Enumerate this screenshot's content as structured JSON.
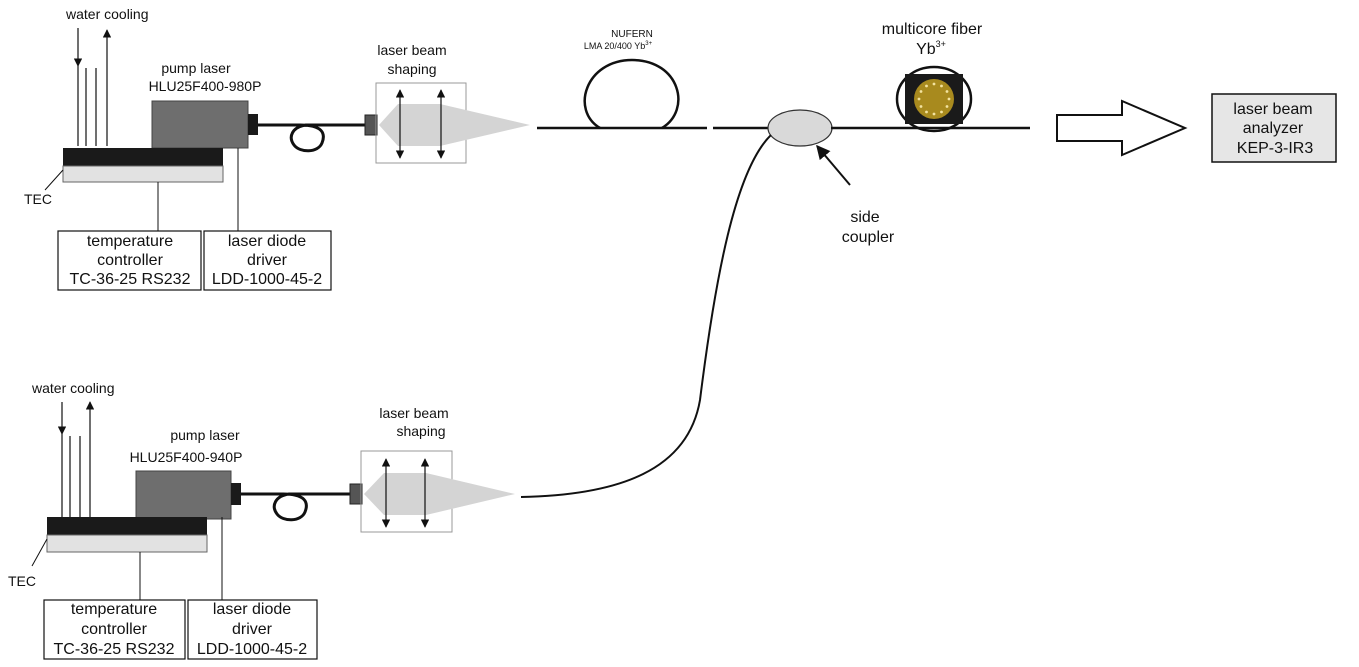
{
  "colors": {
    "line": "#111111",
    "pump_body": "#6e6e6e",
    "tec_top": "#1a1a1a",
    "tec_bottom": "#e2e2e2",
    "beam": "#d4d4d4",
    "coupler": "#d9d9d9",
    "analyzer_fill": "#e6e6e6",
    "fiber_core_bg": "#1a1a1a",
    "fiber_core": "#a88a1e"
  },
  "upper": {
    "water_cooling": "water cooling",
    "pump_laser_title": "pump laser",
    "pump_laser_model": "HLU25F400-980P",
    "beam_shaping_line1": "laser beam",
    "beam_shaping_line2": "shaping",
    "tec": "TEC",
    "temp_ctrl_line1": "temperature",
    "temp_ctrl_line2": "controller",
    "temp_ctrl_line3": "TC-36-25 RS232",
    "driver_line1": "laser diode",
    "driver_line2": "driver",
    "driver_line3": "LDD-1000-45-2"
  },
  "lower": {
    "water_cooling": "water cooling",
    "pump_laser_title": "pump laser",
    "pump_laser_model": "HLU25F400-940P",
    "beam_shaping_line1": "laser beam",
    "beam_shaping_line2": "shaping",
    "tec": "TEC",
    "temp_ctrl_line1": "temperature",
    "temp_ctrl_line2": "controller",
    "temp_ctrl_line3": "TC-36-25 RS232",
    "driver_line1": "laser diode",
    "driver_line2": "driver",
    "driver_line3": "LDD-1000-45-2"
  },
  "nufern": {
    "line1": "NUFERN",
    "line2": "LMA 20/400 Yb",
    "line2_sup": "3+"
  },
  "multicore": {
    "line1": "multicore fiber",
    "line2": "Yb",
    "line2_sup": "3+"
  },
  "side_coupler": {
    "line1": "side",
    "line2": "coupler"
  },
  "analyzer": {
    "line1": "laser beam",
    "line2": "analyzer",
    "line3": "KEP-3-IR3"
  }
}
